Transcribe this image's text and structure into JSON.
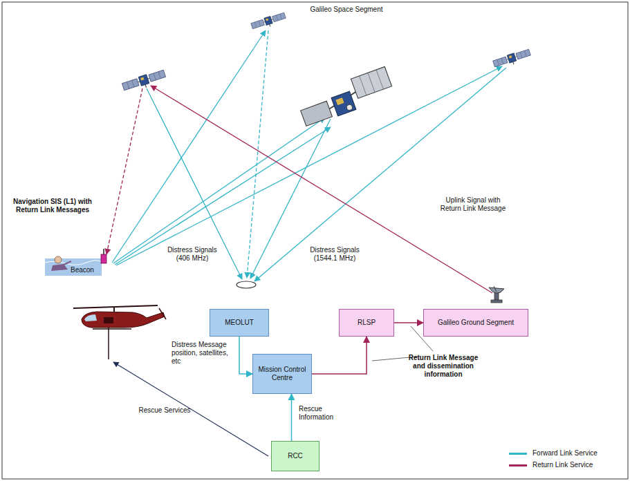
{
  "diagram": {
    "nodes": [
      {
        "text": [
          "MEOLUT"
        ]
      },
      {
        "text": [
          "Mission Control Centre"
        ]
      },
      {
        "text": [
          "RLSP"
        ]
      },
      {
        "text": [
          "Galileo Ground Segment"
        ]
      },
      {
        "text": [
          "RCC"
        ]
      }
    ],
    "edges": [
      {
        "from": 0,
        "to": 1,
        "arrow": "to",
        "label": "Distress Message position, satellites, etc"
      },
      {
        "from": 4,
        "to": 1,
        "arrow": "to",
        "label": "Rescue Information"
      },
      {
        "from": 1,
        "to": 2,
        "arrow": "to"
      },
      {
        "from": 2,
        "to": 3,
        "arrow": "to"
      }
    ],
    "labels": [
      "Galileo Space Segment",
      "Navigation SIS (L1) with Return Link Messages",
      "Uplink Signal with Return Link Message",
      "Distress Signals (406 MHz)",
      "Distress Signals (1544.1 MHz)",
      "Beacon",
      "Return Link Message and dissemination information",
      "Rescue Services"
    ],
    "legend": [
      {
        "text": "Forward Link Service",
        "color": "#33b5c8"
      },
      {
        "text": "Return Link Service",
        "color": "#a3245a"
      }
    ]
  }
}
